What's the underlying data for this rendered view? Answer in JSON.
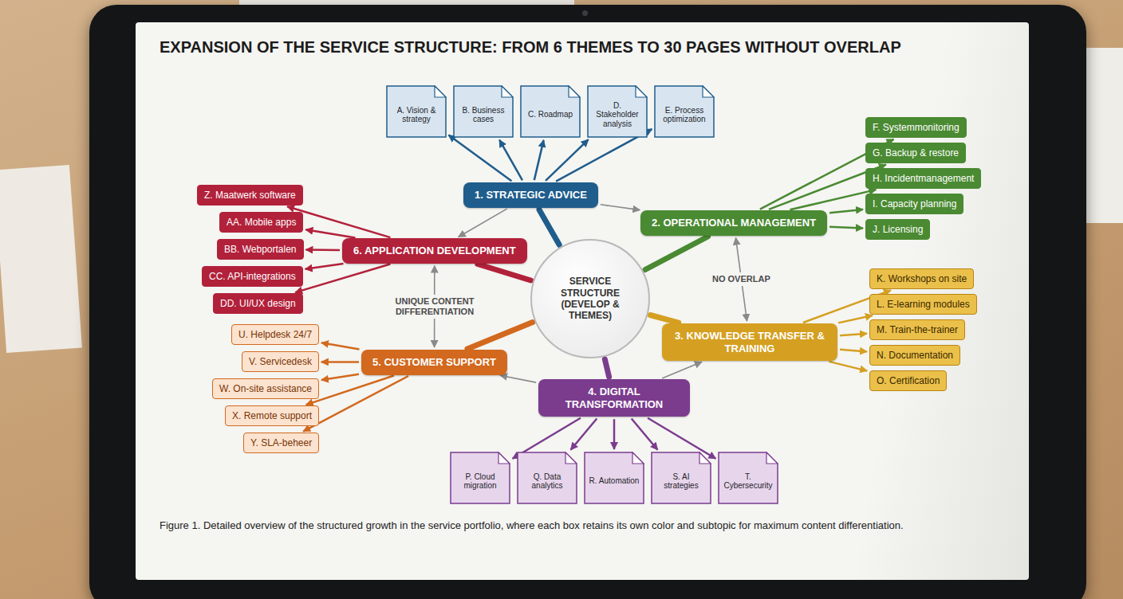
{
  "diagram": {
    "title": "EXPANSION OF THE SERVICE STRUCTURE: FROM 6 THEMES TO 30 PAGES WITHOUT OVERLAP",
    "caption": "Figure 1. Detailed overview of the structured growth in the service portfolio, where each box retains its own color and subtopic for maximum content differentiation.",
    "nodes": [
      {
        "text": [
          "SERVICE STRUCTURE (DEVELOP & THEMES)"
        ]
      },
      {
        "text": [
          "1. STRATEGIC ADVICE"
        ]
      },
      {
        "text": [
          "A. Vision & strategy"
        ]
      },
      {
        "text": [
          "B. Business cases"
        ]
      },
      {
        "text": [
          "C. Roadmap"
        ]
      },
      {
        "text": [
          "D. Stakeholder analysis"
        ]
      },
      {
        "text": [
          "E. Process optimization"
        ]
      },
      {
        "text": [
          "2. OPERATIONAL MANAGEMENT"
        ]
      },
      {
        "text": [
          "F. Systemmonitoring"
        ]
      },
      {
        "text": [
          "G. Backup & restore"
        ]
      },
      {
        "text": [
          "H. Incidentmanagement"
        ]
      },
      {
        "text": [
          "I. Capacity planning"
        ]
      },
      {
        "text": [
          "J. Licensing"
        ]
      },
      {
        "text": [
          "3. KNOWLEDGE TRANSFER & TRAINING"
        ]
      },
      {
        "text": [
          "K. Workshops on site"
        ]
      },
      {
        "text": [
          "L. E-learning modules"
        ]
      },
      {
        "text": [
          "M. Train-the-trainer"
        ]
      },
      {
        "text": [
          "N. Documentation"
        ]
      },
      {
        "text": [
          "O. Certification"
        ]
      },
      {
        "text": [
          "4. DIGITAL TRANSFORMATION"
        ]
      },
      {
        "text": [
          "P. Cloud migration"
        ]
      },
      {
        "text": [
          "Q. Data analytics"
        ]
      },
      {
        "text": [
          "R. Automation"
        ]
      },
      {
        "text": [
          "S. AI strategies"
        ]
      },
      {
        "text": [
          "T. Cybersecurity"
        ]
      },
      {
        "text": [
          "5. CUSTOMER SUPPORT"
        ]
      },
      {
        "text": [
          "U. Helpdesk 24/7"
        ]
      },
      {
        "text": [
          "V. Servicedesk"
        ]
      },
      {
        "text": [
          "W. On-site assistance"
        ]
      },
      {
        "text": [
          "X. Remote support"
        ]
      },
      {
        "text": [
          "Y. SLA-beheer"
        ]
      },
      {
        "text": [
          "6. APPLICATION DEVELOPMENT"
        ]
      },
      {
        "text": [
          "Z. Maatwerk software"
        ]
      },
      {
        "text": [
          "AA. Mobile apps"
        ]
      },
      {
        "text": [
          "BB. Webportalen"
        ]
      },
      {
        "text": [
          "CC. API-integrations"
        ]
      },
      {
        "text": [
          "DD. UI/UX design"
        ]
      }
    ],
    "edges": [
      {
        "from": 0,
        "to": 1,
        "arrow": "none"
      },
      {
        "from": 0,
        "to": 7,
        "arrow": "none"
      },
      {
        "from": 0,
        "to": 13,
        "arrow": "none"
      },
      {
        "from": 0,
        "to": 19,
        "arrow": "none"
      },
      {
        "from": 0,
        "to": 25,
        "arrow": "none"
      },
      {
        "from": 0,
        "to": 31,
        "arrow": "none"
      },
      {
        "from": 1,
        "to": 2,
        "arrow": "to"
      },
      {
        "from": 1,
        "to": 3,
        "arrow": "to"
      },
      {
        "from": 1,
        "to": 4,
        "arrow": "to"
      },
      {
        "from": 1,
        "to": 5,
        "arrow": "to"
      },
      {
        "from": 1,
        "to": 6,
        "arrow": "to"
      },
      {
        "from": 7,
        "to": 8,
        "arrow": "to"
      },
      {
        "from": 7,
        "to": 9,
        "arrow": "to"
      },
      {
        "from": 7,
        "to": 10,
        "arrow": "to"
      },
      {
        "from": 7,
        "to": 11,
        "arrow": "to"
      },
      {
        "from": 7,
        "to": 12,
        "arrow": "to"
      },
      {
        "from": 13,
        "to": 14,
        "arrow": "to"
      },
      {
        "from": 13,
        "to": 15,
        "arrow": "to"
      },
      {
        "from": 13,
        "to": 16,
        "arrow": "to"
      },
      {
        "from": 13,
        "to": 17,
        "arrow": "to"
      },
      {
        "from": 13,
        "to": 18,
        "arrow": "to"
      },
      {
        "from": 19,
        "to": 20,
        "arrow": "to"
      },
      {
        "from": 19,
        "to": 21,
        "arrow": "to"
      },
      {
        "from": 19,
        "to": 22,
        "arrow": "to"
      },
      {
        "from": 19,
        "to": 23,
        "arrow": "to"
      },
      {
        "from": 19,
        "to": 24,
        "arrow": "to"
      },
      {
        "from": 25,
        "to": 26,
        "arrow": "to"
      },
      {
        "from": 25,
        "to": 27,
        "arrow": "to"
      },
      {
        "from": 25,
        "to": 28,
        "arrow": "to"
      },
      {
        "from": 25,
        "to": 29,
        "arrow": "to"
      },
      {
        "from": 25,
        "to": 30,
        "arrow": "to"
      },
      {
        "from": 31,
        "to": 32,
        "arrow": "to"
      },
      {
        "from": 31,
        "to": 33,
        "arrow": "to"
      },
      {
        "from": 31,
        "to": 34,
        "arrow": "to"
      },
      {
        "from": 31,
        "to": 35,
        "arrow": "to"
      },
      {
        "from": 31,
        "to": 36,
        "arrow": "to"
      },
      {
        "from": 1,
        "to": 7,
        "arrow": "to"
      },
      {
        "from": 7,
        "to": 13,
        "label": "NO OVERLAP",
        "arrow": "both"
      },
      {
        "from": 31,
        "to": 25,
        "label": "UNIQUE CONTENT DIFFERENTIATION",
        "arrow": "both"
      },
      {
        "from": 1,
        "to": 31,
        "arrow": "to"
      },
      {
        "from": 19,
        "to": 25,
        "arrow": "to"
      },
      {
        "from": 19,
        "to": 13,
        "arrow": "to"
      }
    ]
  }
}
